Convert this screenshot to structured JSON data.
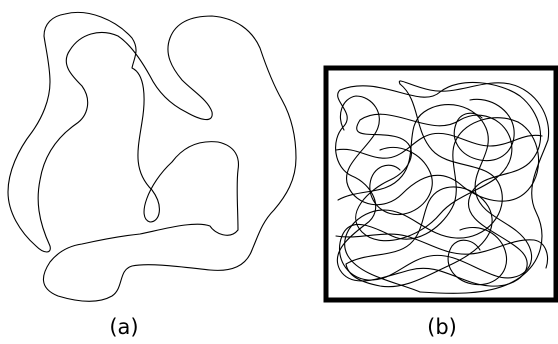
{
  "panels": [
    {
      "id": "a",
      "caption": "(a)",
      "description_icon": "single-closed-loop",
      "stroke_color": "#000000"
    },
    {
      "id": "b",
      "caption": "(b)",
      "description_icon": "tangled-loop-in-box",
      "stroke_color": "#000000",
      "frame_color": "#000000"
    }
  ],
  "colors": {
    "background": "#ffffff",
    "ink": "#000000"
  }
}
